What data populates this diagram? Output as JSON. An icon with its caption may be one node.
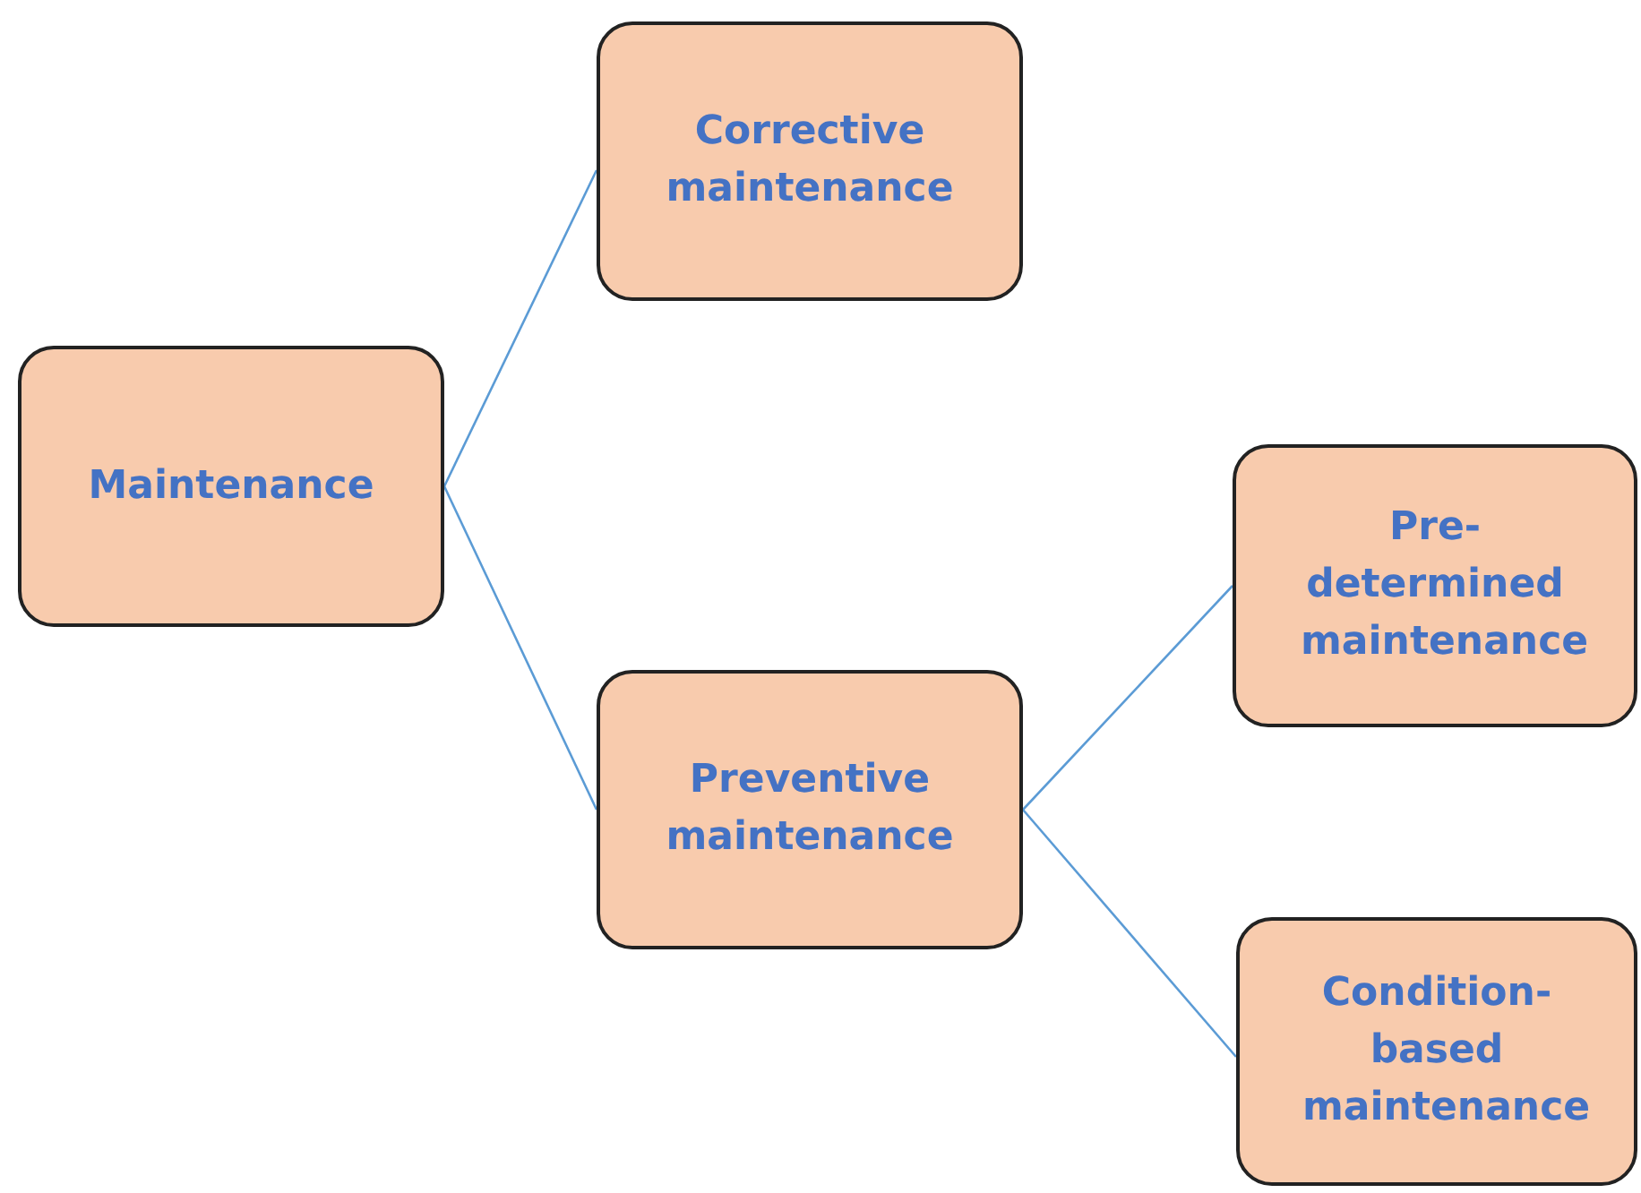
{
  "diagram": {
    "nodes": [
      {
        "text": [
          "Maintenance"
        ]
      },
      {
        "text": [
          "Corrective maintenance"
        ]
      },
      {
        "text": [
          "Preventive maintenance"
        ]
      },
      {
        "text": [
          "Pre-determined maintenance"
        ]
      },
      {
        "text": [
          "Condition-based maintenance"
        ]
      }
    ],
    "edges": [
      {
        "from": 0,
        "to": 1,
        "arrow": "none"
      },
      {
        "from": 0,
        "to": 2,
        "arrow": "none"
      },
      {
        "from": 2,
        "to": 3,
        "arrow": "none"
      },
      {
        "from": 2,
        "to": 4,
        "arrow": "none"
      }
    ]
  }
}
